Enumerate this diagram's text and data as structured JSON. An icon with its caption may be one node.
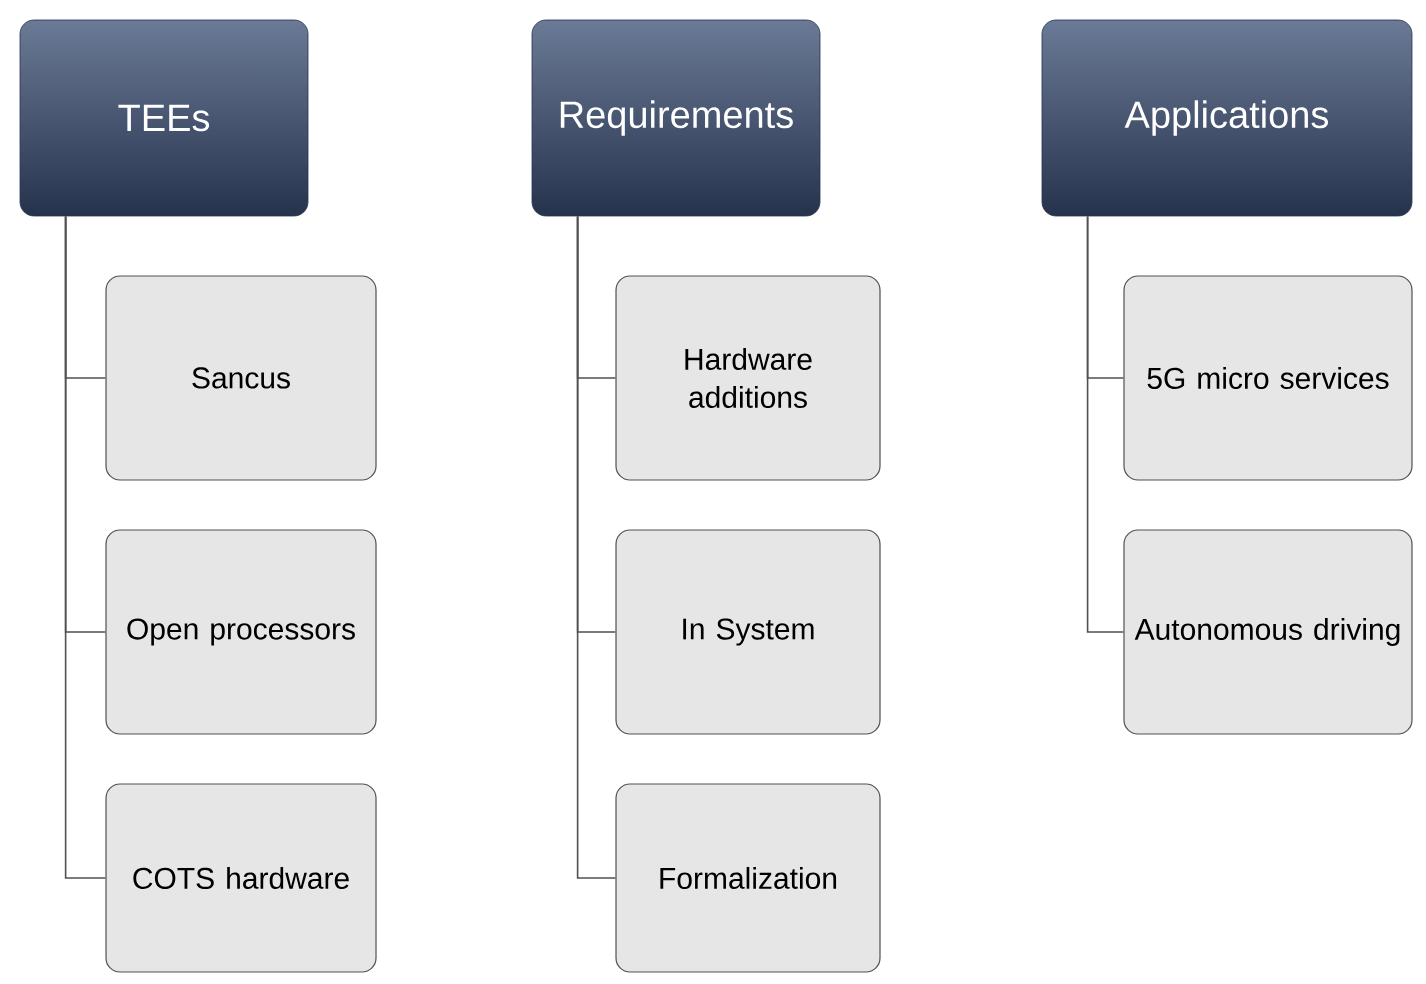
{
  "diagram": {
    "nodes": [
      {
        "text": [
          "TEEs"
        ]
      },
      {
        "text": [
          "Sancus"
        ]
      },
      {
        "text": [
          "Open processors"
        ]
      },
      {
        "text": [
          "COTS hardware"
        ]
      },
      {
        "text": [
          "Requirements"
        ]
      },
      {
        "text": [
          "Hardware additions"
        ]
      },
      {
        "text": [
          "In System"
        ]
      },
      {
        "text": [
          "Formalization"
        ]
      },
      {
        "text": [
          "Applications"
        ]
      },
      {
        "text": [
          "5G micro services"
        ]
      },
      {
        "text": [
          "Autonomous driving"
        ]
      }
    ],
    "edges": [
      {
        "from": 0,
        "to": 1,
        "arrow": "none"
      },
      {
        "from": 0,
        "to": 2,
        "arrow": "none"
      },
      {
        "from": 0,
        "to": 3,
        "arrow": "none"
      },
      {
        "from": 4,
        "to": 5,
        "arrow": "none"
      },
      {
        "from": 4,
        "to": 6,
        "arrow": "none"
      },
      {
        "from": 4,
        "to": 7,
        "arrow": "none"
      },
      {
        "from": 8,
        "to": 9,
        "arrow": "none"
      },
      {
        "from": 8,
        "to": 10,
        "arrow": "none"
      }
    ]
  }
}
